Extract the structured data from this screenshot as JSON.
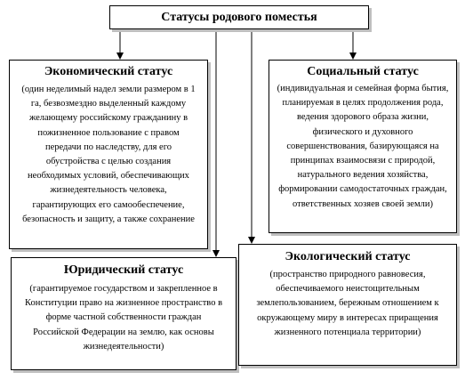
{
  "diagram": {
    "root": {
      "title": "Статусы родового поместья"
    },
    "economic": {
      "title": "Экономический статус",
      "lines": [
        "(один неделимый надел земли размером в 1",
        "га, безвозмездно выделенный каждому",
        "желающему российскому гражданину в",
        "пожизненное пользование с правом",
        "передачи по наследству, для его",
        "обустройства с целью создания",
        "необходимых условий, обеспечивающих",
        "жизнедеятельность человека,",
        "гарантирующих его самообеспечение,",
        "безопасность и защиту, а также сохранение"
      ]
    },
    "social": {
      "title": "Социальный статус",
      "lines": [
        "(индивидуальная и семейная форма бытия,",
        "планируемая в целях продолжения рода,",
        "ведения здорового образа жизни,",
        "физического и духовного",
        "совершенствования, базирующаяся на",
        "принципах взаимосвязи с природой,",
        "натурального ведения хозяйства,",
        "формировании самодостаточных граждан,",
        "ответственных хозяев своей земли)"
      ]
    },
    "legal": {
      "title": "Юридический статус",
      "lines": [
        "(гарантируемое государством и закрепленное в",
        "Конституции право на жизненное пространство в",
        "форме частной собственности граждан",
        "Российской Федерации на землю, как основы",
        "жизнедеятельности)"
      ]
    },
    "ecological": {
      "title": "Экологический статус",
      "lines": [
        "(пространство природного равновесия,",
        "обеспечиваемого неистощительным",
        "землепользованием, бережным отношением к",
        "окружающему миру в интересах приращения",
        "жизненного потенциала территории)"
      ]
    }
  }
}
